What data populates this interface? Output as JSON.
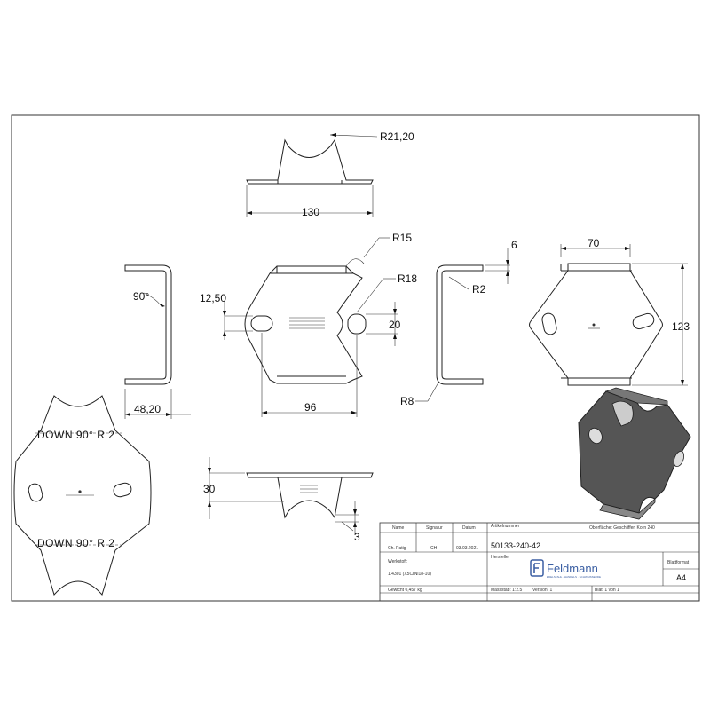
{
  "dimensions": {
    "top_radius": "R21,20",
    "top_width": "130",
    "front_r15": "R15",
    "front_r18": "R18",
    "front_12_50": "12,50",
    "front_20": "20",
    "front_96": "96",
    "left_angle": "90°",
    "left_48_20": "48,20",
    "right_6": "6",
    "right_r2": "R2",
    "right_r8": "R8",
    "far_70": "70",
    "far_123": "123",
    "bottom_30": "30",
    "bottom_3": "3"
  },
  "notes": {
    "down_top": "DOWN  90°  R 2",
    "down_bottom": "DOWN  90°  R 2"
  },
  "title_block": {
    "col_name": "Name",
    "col_signature": "Signatur",
    "col_date": "Datum",
    "name": "Ch. Patig",
    "signature": "CH",
    "date": "03.03.2021",
    "article_label": "Artikelnummer",
    "article_number": "50133-240-42",
    "surface": "Oberfläche:  Geschliffen Korn 240",
    "manufacturer_label": "Hersteller",
    "material_label": "Werkstoff:",
    "material": "1.4301 (X5CrNi18-10)",
    "weight": "Gewicht 0,457 kg",
    "scale": "Massstab: 1:2.5",
    "version": "Version: 1",
    "sheet": "Blatt 1 von 1",
    "format_label": "Blattformat",
    "format": "A4",
    "logo_text": "Feldmann",
    "logo_tagline": "EDELSTAHL · HANDELS · SCHWEISSERDE"
  }
}
